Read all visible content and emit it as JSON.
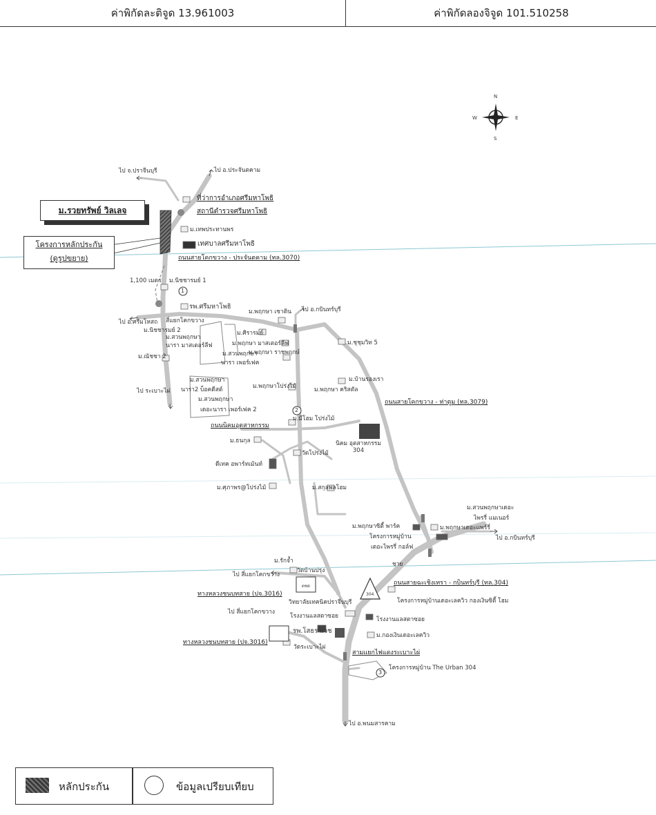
{
  "header": {
    "latitude_label": "ค่าพิกัดละติจูด 13.961003",
    "longitude_label": "ค่าพิกัดลองจิจูด 101.510258"
  },
  "title_box": "ม.รวยทรัพย์ วิลเลจ",
  "project_box": {
    "line1": "โครงการหลักประกัน",
    "line2": "(ดูรูปขยาย)"
  },
  "compass": {
    "n": "N",
    "s": "S",
    "e": "E",
    "w": "W"
  },
  "labels": {
    "to_prachinburi_prov": "ไป จ.ปราจีนบุรี",
    "to_prachinburi_city": "ไป อ.ประจันตคาม",
    "district_office": "ที่ว่าการอำเภอศรีมหาโพธิ",
    "police_station": "สถานีตำรวจศรีมหาโพธิ",
    "thepprathanporn": "ม.เทพประทานพร",
    "municipality": "เทศบาลศรีมหาโพธิ",
    "road_3070": "ถนนสายโคกขวาง - ประจันตคาม (ทล.3070)",
    "distance": "1,100 เมตร",
    "nitcharmai1": "ม.นิชชารมย์ 1",
    "hospital_srimahaphot": "รพ.ศรีมหาโพธิ",
    "phruksa_chasin": "ม.พฤกษา เชาติน",
    "to_kabinburi_1": "ไป อ.กบินทร์บุรี",
    "to_srimahosot": "ไป อ.ศรีมโหสถ",
    "khok_khwang_junction": "สี่แยกโคกขวาง",
    "nitcharmai2": "ม.นิชชารมย์ 2",
    "suan_phruksa": "ม.สวนพฤกษา",
    "nara_master": "นารา มาสเตอร์ลีฟ",
    "sirarom": "ม.ศิรารมย์",
    "phruksa_master": "ม.พฤกษา มาสเตอร์ลีฟ",
    "suan_phruksa_nara": "ม.สวนพฤกษา",
    "nara_perfect": "นารา เพอร์เฟค",
    "phruksa_chatphruk": "ม.พฤกษา ราชพฤกษ์",
    "chutichai5": "ม.ชุชุมวิท 5",
    "natcha2": "ม.ณัชชา 2",
    "suan_phruksa_nara2": "ม.สวนพฤกษา",
    "nara2_blossom": "นารา2 บ็อคดีสต์",
    "suan_phruksa_3": "ม.สวนพฤกษา",
    "the_nara_perfect2": "เดอะนารา เพอร์เฟค 2",
    "phruksa_prongmai": "ม.พฤกษาโปร่งไม้",
    "ban_chongrao": "ม.บ้านรองเรา",
    "phruksa_krisda": "ม.พฤกษา คริสตัล",
    "to_rabaengmai": "ไป ระเบาะไผ่",
    "road_3079": "ถนนสายโคกขวาง - ท่าตูม (ทล.3079)",
    "industrial_road": "ถนนนิคมอุตสาหกรรม",
    "mi_home": "ม.มีโฮม โปร่งไม้",
    "industrial_estate": "นิคม อุตสาหกรรม 304",
    "thanakul": "ม.ธนกุล",
    "wat_prongmai": "วัดโปร่งไม้",
    "ditech_apartment": "ดีเทค อพาร์ทเม้นท์",
    "supaphon": "ม.ศุภาพร@โปร่งไม้",
    "sakul_pholhome": "ม.สกุลพลโฮม",
    "suan_phruksa_the": "ม.สวนพฤกษาเดอะ",
    "prairie_manor": "ไพรรี่ แมเนอร์",
    "to_kabinburi_2": "ไป อ.กบินทร์บุรี",
    "phruksa_city_park": "ม.พฤกษาซิตี้ พาร์ค",
    "project_prairie": "โครงการหมู่บ้าน",
    "prairie_golf": "เดอะไพรรี่ กอล์ฟ",
    "phruksa_the_prairie": "ม.พฤกษาเดอะแพร์รี่",
    "rakchan": "ม.รักจ้ำ",
    "to_khok_khwang_1": "ไป สี่แยกโคกขวาง",
    "wat_ban_prung": "วัดบ้านปรุง",
    "bor_por_police": "ตชด",
    "road_304": "ถนนสายฉะเชิงเทรา - กบินทร์บุรี (ทล.304)",
    "highway_3016_1": "ทางหลวงชนบทสาย (ปจ.3016)",
    "project_villa": "โครงการหมู่บ้านเดอะเลควิว กองเงินซิตี้ โฮม",
    "tech_college": "วิทยาลัยเทคนิคปราจีนบุรี",
    "to_khok_khwang_2": "ไป สี่แยกโคกขวาง",
    "factory_1": "โรงงานแลสตาซอย",
    "factory_2": "โรงงานแลสตาซอย",
    "wat_sign": "ชาย",
    "hospital_sotharaweth": "รพ.โสธราเวช",
    "kongngoen_lakeview": "ม.กองเงินเดอะเลควิว",
    "highway_3016_2": "ทางหลวงชนบทสาย (ปจ.3016)",
    "wat_rabaengmai": "วัดระเบาะไผ่",
    "traffic_light_junction": "สามแยกไฟแดงระเบาะไผ่",
    "urban_304": "โครงการหมู่บ้าน The Urban 304",
    "to_phanom_sarakham": "ไป อ.พนมสารคาม",
    "route_304_sign": "304",
    "marker_1": "1",
    "marker_2": "2",
    "marker_3": "3"
  },
  "legend": {
    "collateral": "หลักประกัน",
    "comparable": "ข้อมูลเปรียบเทียบ"
  },
  "colors": {
    "road": "#bdbdbd",
    "scan_line": "#6fb7c7",
    "ink": "#333333"
  }
}
